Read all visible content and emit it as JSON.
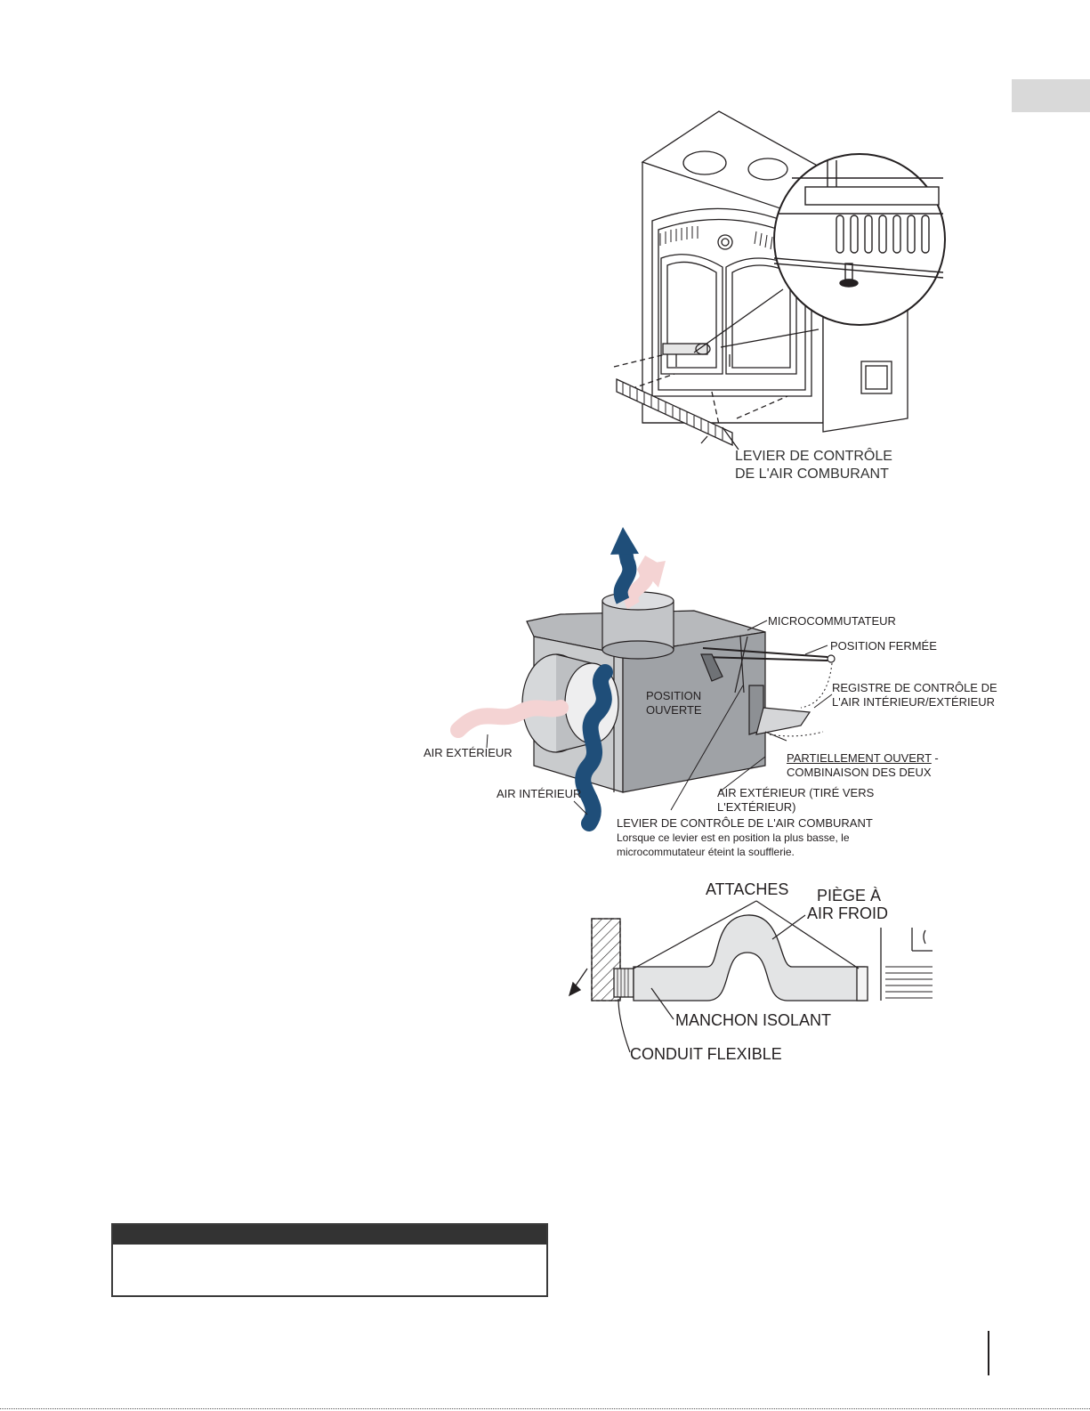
{
  "figure1": {
    "callout_line1": "LEVIER DE CONTRÔLE",
    "callout_line2": "DE L'AIR COMBURANT"
  },
  "figure2": {
    "microswitch": "MICROCOMMUTATEUR",
    "closed_position": "POSITION FERMÉE",
    "register_line1": "REGISTRE DE CONTRÔLE DE",
    "register_line2": "L'AIR INTÉRIEUR/EXTÉRIEUR",
    "open_line1": "POSITION",
    "open_line2": "OUVERTE",
    "partial_open": "PARTIELLEMENT OUVERT",
    "partial_dash": " -",
    "combination": "COMBINAISON DES DEUX",
    "outside_air": "AIR EXTÉRIEUR",
    "outside_drawn_line1": "AIR EXTÉRIEUR (TIRÉ VERS",
    "outside_drawn_line2": "L'EXTÉRIEUR)",
    "inside_air": "AIR INTÉRIEUR",
    "lever_title": "LEVIER DE CONTRÔLE DE L'AIR COMBURANT",
    "lever_note_line1": "Lorsque ce levier est en position la plus basse, le",
    "lever_note_line2": "microcommutateur éteint la soufflerie.",
    "colors": {
      "inside_air": "#1f4e79",
      "outside_air": "#f4d3d3"
    }
  },
  "figure3": {
    "fasteners": "ATTACHES",
    "trap_line1": "PIÈGE À",
    "trap_line2": "AIR FROID",
    "sleeve": "MANCHON ISOLANT",
    "flex_duct": "CONDUIT FLEXIBLE"
  }
}
